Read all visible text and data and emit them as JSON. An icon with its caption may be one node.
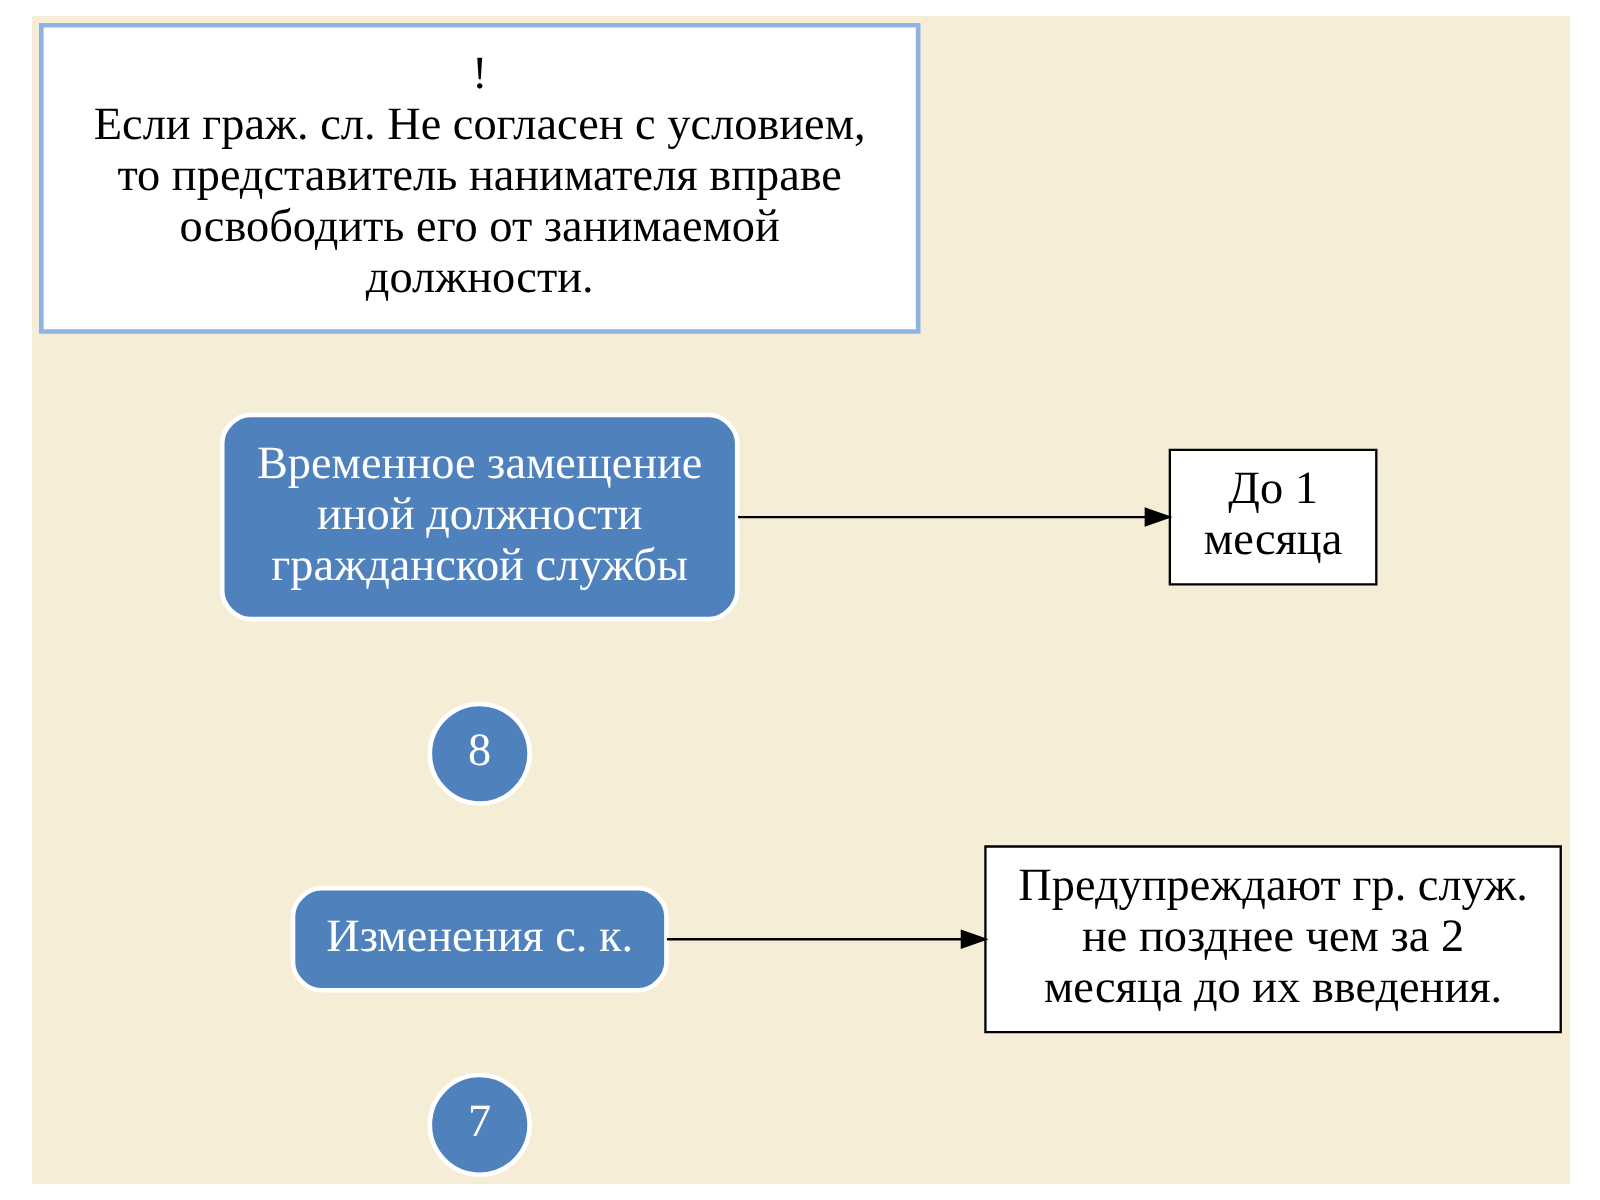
{
  "diagram": {
    "nodes": [
      {
        "text": [
          "7"
        ]
      },
      {
        "text": [
          "Изменения с. к."
        ]
      },
      {
        "text": [
          "Предупреждают гр. служ. не позднее чем за 2 месяца до их введения."
        ]
      },
      {
        "text": [
          "8"
        ]
      },
      {
        "text": [
          "Временное замещение иной должности гражданской службы"
        ]
      },
      {
        "text": [
          "До 1 месяца"
        ]
      },
      {
        "text": [
          "!",
          "Если граж. сл. Не согласен с условием, то представитель нанимателя вправе освободить его от занимаемой должности."
        ]
      }
    ],
    "edges": [
      {
        "from": 1,
        "to": 2,
        "arrow": "to"
      },
      {
        "from": 4,
        "to": 5,
        "arrow": "to"
      }
    ]
  }
}
